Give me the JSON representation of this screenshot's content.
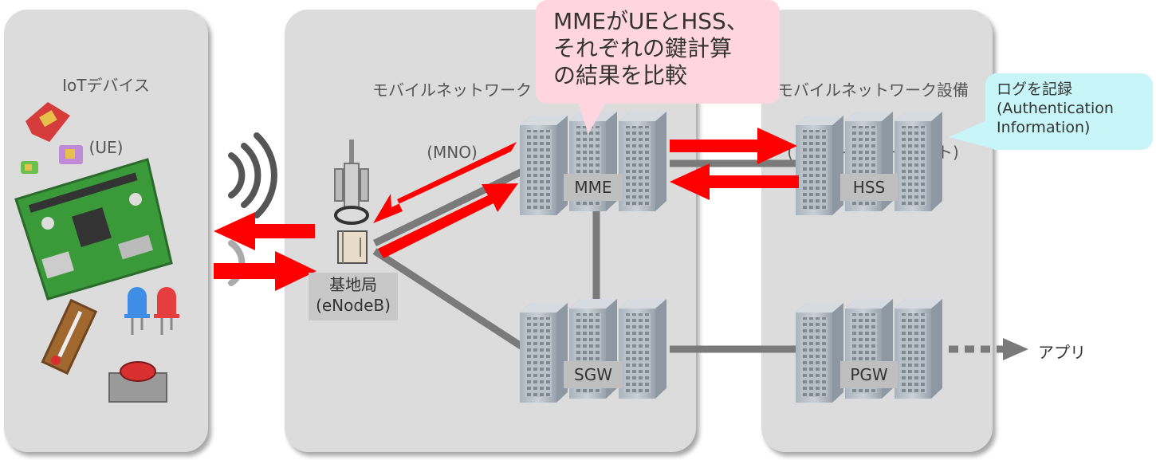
{
  "panels": {
    "device": {
      "title_line1": "IoTデバイス",
      "title_line2": "(UE)"
    },
    "mno": {
      "title_line1": "モバイルネットワーク",
      "title_line2": "(MNO)"
    },
    "sakura": {
      "title_line1": "モバイルネットワーク設備",
      "title_line2": "(さくらインターネット)"
    }
  },
  "nodes": {
    "enodeb": {
      "label_line1": "基地局",
      "label_line2": "(eNodeB)"
    },
    "mme": {
      "label": "MME"
    },
    "hss": {
      "label": "HSS"
    },
    "sgw": {
      "label": "SGW"
    },
    "pgw": {
      "label": "PGW"
    }
  },
  "callouts": {
    "mme_compare": {
      "line1": "MMEがUEとHSS、",
      "line2": "それぞれの鍵計算",
      "line3": "の結果を比較",
      "color": "#ffd6e0"
    },
    "hss_log": {
      "line1": "ログを記録",
      "line2": "(Authentication",
      "line3": "Information)",
      "color": "#c8f5f8"
    }
  },
  "app_label": "アプリ",
  "colors": {
    "arrow": "#ff0000",
    "link": "#7a7a7a",
    "panel": "#dcdcdc"
  }
}
